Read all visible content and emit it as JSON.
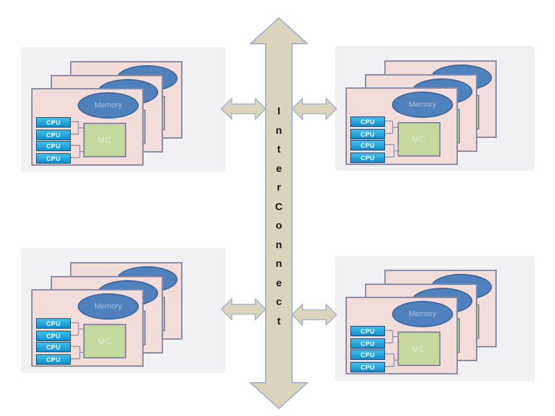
{
  "labels": {
    "cpu": "CPU",
    "memory": "Memory",
    "mc": "MC"
  },
  "interconnect": {
    "label": "InterConnect",
    "letters": [
      "I",
      "n",
      "t",
      "e",
      "r",
      "C",
      "o",
      "n",
      "n",
      "e",
      "c",
      "t"
    ]
  },
  "clusters": [
    {
      "position": "top-left",
      "stacked_cards": 3,
      "cpus_per_card": 4
    },
    {
      "position": "top-right",
      "stacked_cards": 3,
      "cpus_per_card": 4
    },
    {
      "position": "bottom-left",
      "stacked_cards": 3,
      "cpus_per_card": 4
    },
    {
      "position": "bottom-right",
      "stacked_cards": 3,
      "cpus_per_card": 4
    }
  ],
  "links": [
    {
      "from": "cluster-top-left",
      "to": "interconnect",
      "type": "double-arrow"
    },
    {
      "from": "cluster-top-right",
      "to": "interconnect",
      "type": "double-arrow"
    },
    {
      "from": "cluster-bottom-left",
      "to": "interconnect",
      "type": "double-arrow"
    },
    {
      "from": "cluster-bottom-right",
      "to": "interconnect",
      "type": "double-arrow"
    }
  ],
  "colors": {
    "page_bg": "#ffffff",
    "cluster_bg": "#f1f0f2",
    "card_fill": "#f3dddb",
    "card_border": "#8a8aa5",
    "memory_fill": "#4f81bd",
    "memory_border": "#3f6aa0",
    "memory_text": "#a9bedd",
    "mc_fill": "#c5d89e",
    "mc_text": "#eef0e2",
    "cpu_fill": "#14a0d8",
    "cpu_border": "#1b4778",
    "cpu_text": "#ffffff",
    "arrow_fill": "#dad4bd",
    "arrow_border": "#a9b6c9",
    "interconnect_text": "#161616"
  }
}
